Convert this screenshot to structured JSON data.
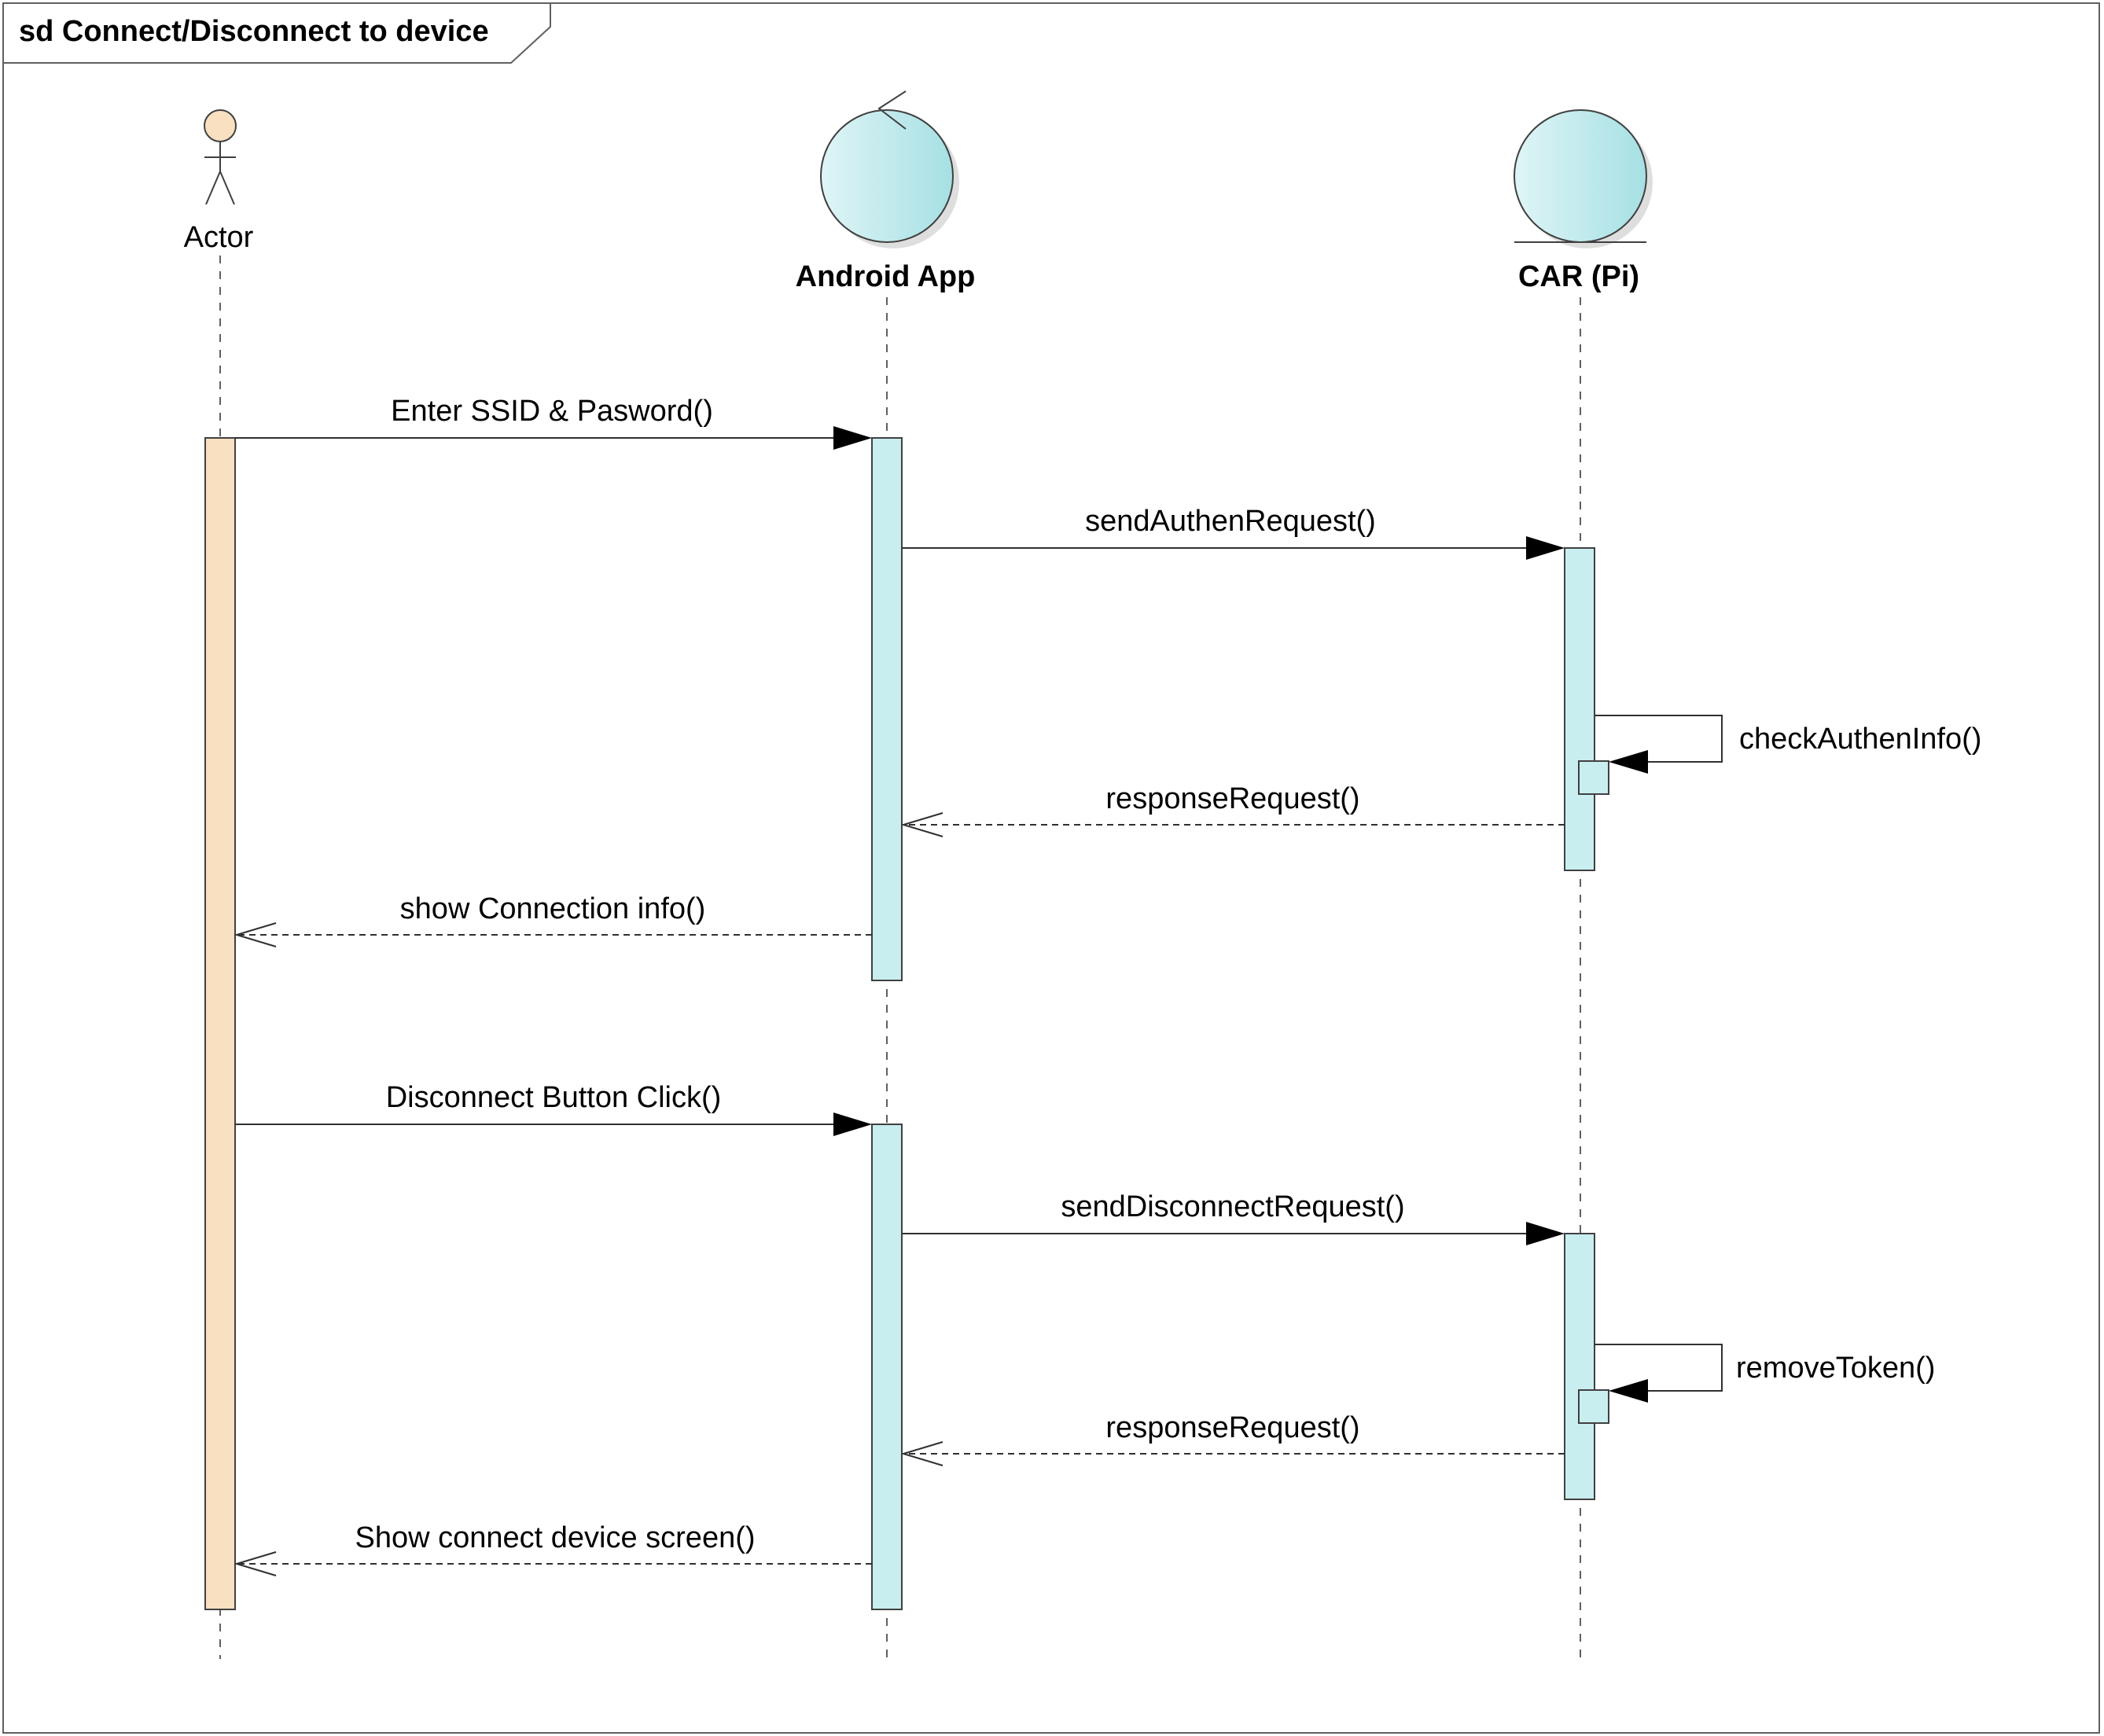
{
  "frame": {
    "title": "sd Connect/Disconnect to device"
  },
  "colors": {
    "actor_fill": "#f8e0c0",
    "object_fill": "#c8eef0",
    "object_fill_dark": "#a8e2e6",
    "line": "#404040",
    "frame_border": "#606060"
  },
  "participants": [
    {
      "name": "Actor",
      "kind": "actor"
    },
    {
      "name": "Android App",
      "kind": "control"
    },
    {
      "name": "CAR (Pi)",
      "kind": "entity"
    }
  ],
  "messages": [
    {
      "label": "Enter SSID & Pasword()",
      "from": "Actor",
      "to": "Android App",
      "kind": "sync"
    },
    {
      "label": "sendAuthenRequest()",
      "from": "Android App",
      "to": "CAR (Pi)",
      "kind": "sync"
    },
    {
      "label": "checkAuthenInfo()",
      "from": "CAR (Pi)",
      "to": "CAR (Pi)",
      "kind": "self"
    },
    {
      "label": "responseRequest()",
      "from": "CAR (Pi)",
      "to": "Android App",
      "kind": "reply"
    },
    {
      "label": "show Connection info()",
      "from": "Android App",
      "to": "Actor",
      "kind": "reply"
    },
    {
      "label": "Disconnect Button Click()",
      "from": "Actor",
      "to": "Android App",
      "kind": "sync"
    },
    {
      "label": "sendDisconnectRequest()",
      "from": "Android App",
      "to": "CAR (Pi)",
      "kind": "sync"
    },
    {
      "label": "removeToken()",
      "from": "CAR (Pi)",
      "to": "CAR (Pi)",
      "kind": "self"
    },
    {
      "label": "responseRequest()",
      "from": "CAR (Pi)",
      "to": "Android App",
      "kind": "reply"
    },
    {
      "label": "Show connect device screen()",
      "from": "Android App",
      "to": "Actor",
      "kind": "reply"
    }
  ]
}
